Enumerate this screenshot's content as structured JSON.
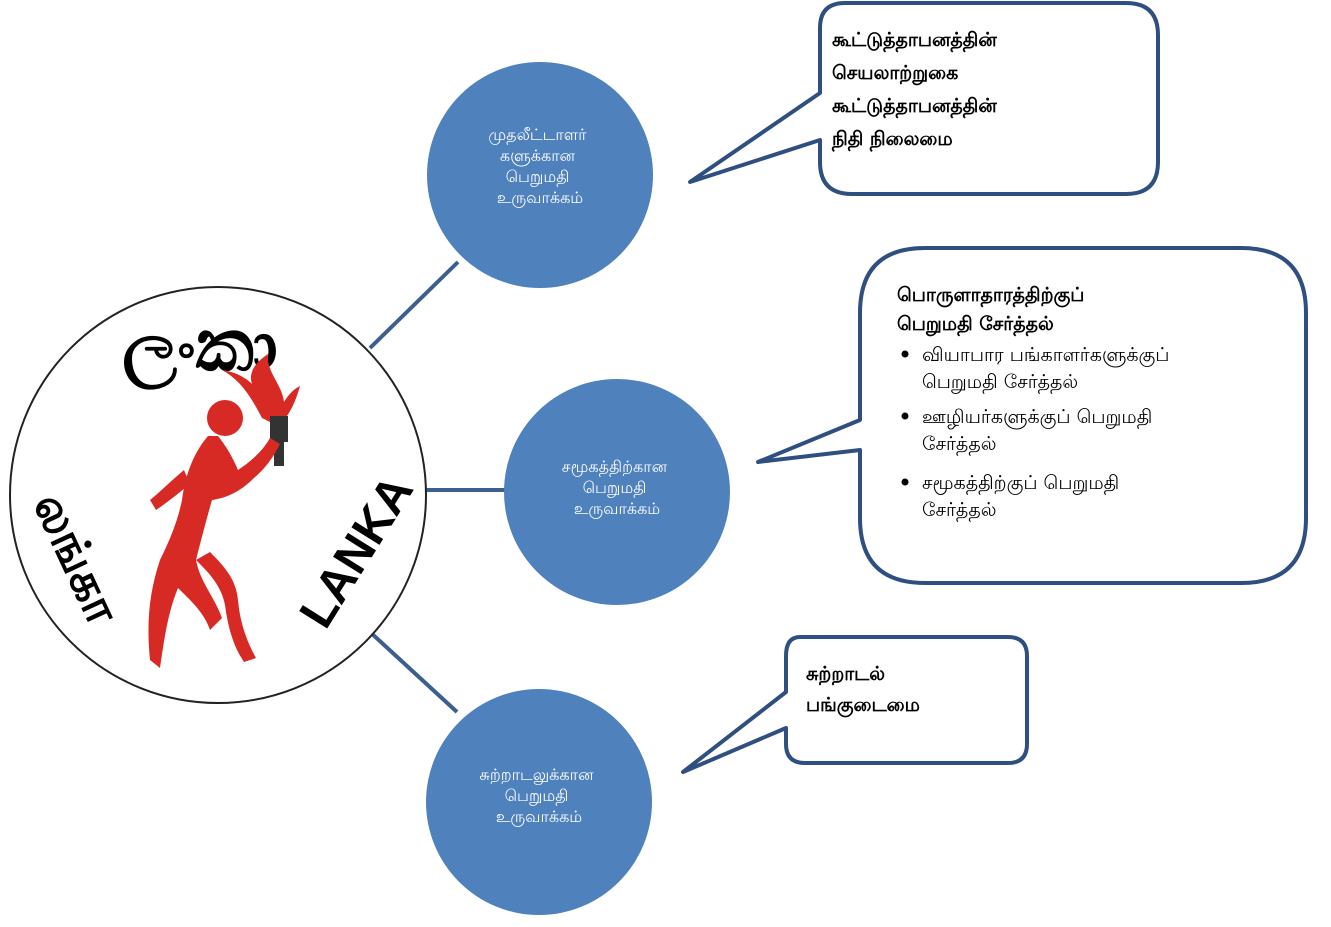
{
  "logo": {
    "text_top": "ලංකා",
    "text_left": "லங்கா",
    "text_right": "LANKA"
  },
  "circles": [
    {
      "lines": [
        "முதலீட்டாளர்",
        "களுக்கான",
        "பெறுமதி",
        "உருவாக்கம்"
      ]
    },
    {
      "lines": [
        "சமூகத்திற்கான",
        "பெறுமதி",
        "உருவாக்கம்"
      ]
    },
    {
      "lines": [
        "சுற்றாடலுக்கான",
        "பெறுமதி",
        "உருவாக்கம்"
      ]
    }
  ],
  "callouts": {
    "investor": [
      "கூட்டுத்தாபனத்தின்",
      "செயலாற்றுகை",
      "கூட்டுத்தாபனத்தின்",
      "நிதி நிலைமை"
    ],
    "society": {
      "heading": [
        "பொருளாதாரத்திற்குப்",
        "பெறுமதி சேர்த்தல்"
      ],
      "bullets": [
        [
          "வியாபார பங்காளர்களுக்குப்",
          "பெறுமதி சேர்த்தல்"
        ],
        [
          "ஊழியர்களுக்குப் பெறுமதி",
          "சேர்த்தல்"
        ],
        [
          "சமூகத்திற்குப் பெறுமதி",
          "சேர்த்தல்"
        ]
      ]
    },
    "environment": [
      "சுற்றாடல்",
      "பங்குடைமை"
    ]
  },
  "colors": {
    "circle_fill": "#4f81bd",
    "connector": "#3d5f90",
    "callout_border": "#2f4f80",
    "runner": "#d72a25"
  }
}
